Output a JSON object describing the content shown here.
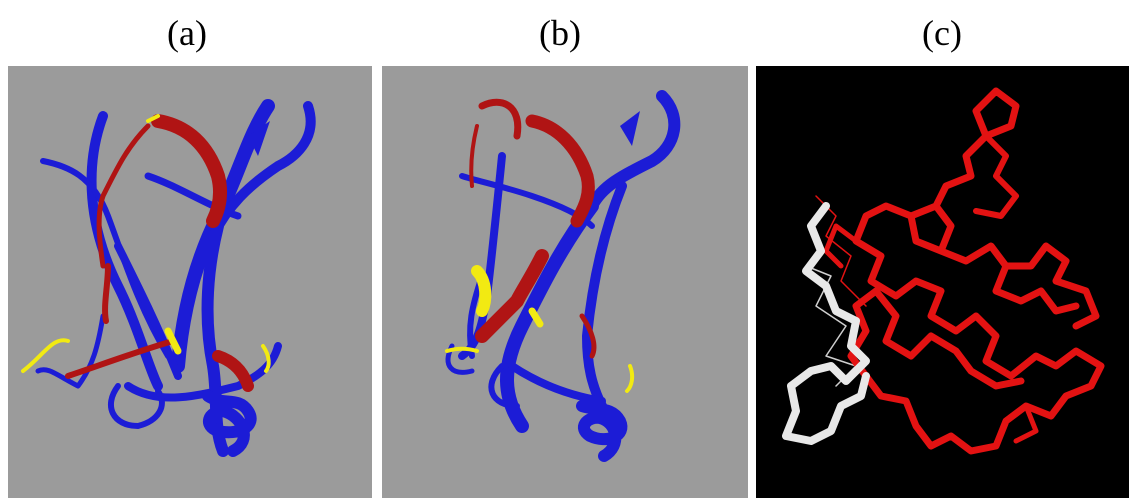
{
  "figure": {
    "panels": [
      {
        "label": "(a)",
        "background": "#9b9b9b",
        "colors": {
          "strand": "#1c1cd6",
          "highlight": "#b01414",
          "loop": "#f2ea12"
        }
      },
      {
        "label": "(b)",
        "background": "#9b9b9b",
        "colors": {
          "strand": "#1c1cd6",
          "highlight": "#b01414",
          "loop": "#f2ea12"
        }
      },
      {
        "label": "(c)",
        "background": "#000000",
        "colors": {
          "trace": "#e31212",
          "fragment": "#e8e8e8"
        }
      }
    ]
  }
}
